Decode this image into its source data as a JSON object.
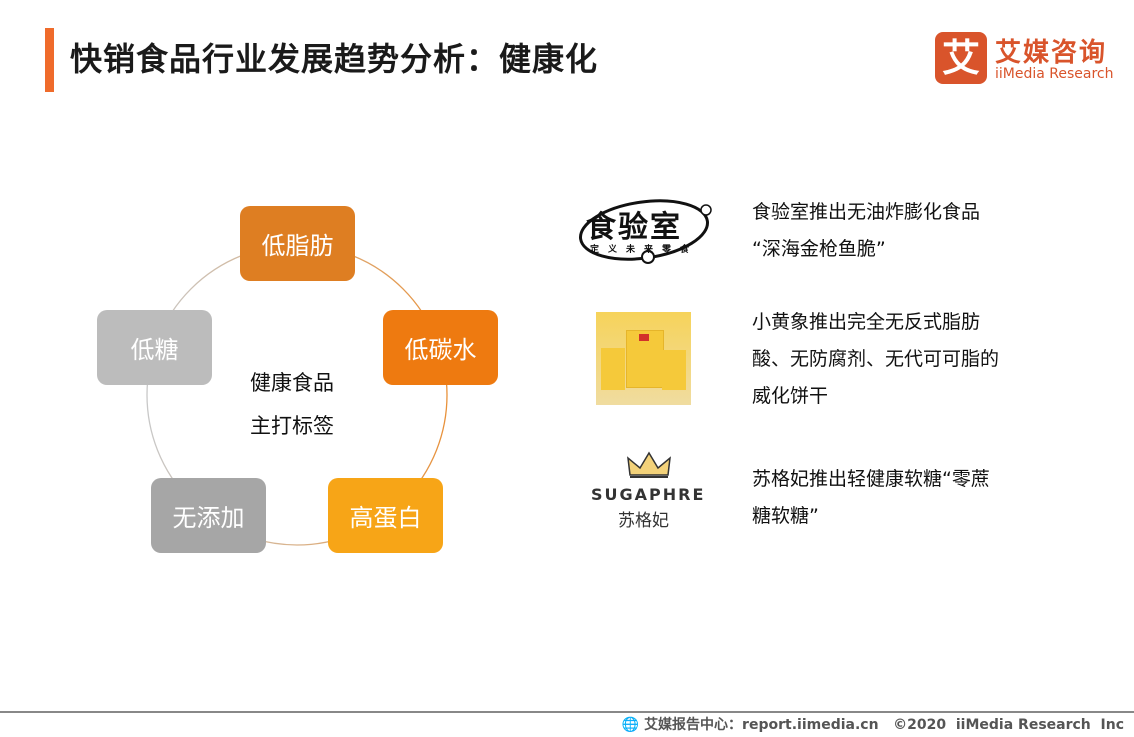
{
  "header": {
    "title": "快销食品行业发展趋势分析：健康化",
    "accent": "#ef6b2b"
  },
  "logo": {
    "mark": "艾",
    "name_cn": "艾媒咨询",
    "name_en": "iiMedia Research",
    "color": "#d9542b"
  },
  "diagram": {
    "center": [
      "健康食品",
      "主打标签"
    ],
    "tags": [
      {
        "label": "低脂肪",
        "color": "#de7e22"
      },
      {
        "label": "低碳水",
        "color": "#ee7a10"
      },
      {
        "label": "高蛋白",
        "color": "#f7a517"
      },
      {
        "label": "无添加",
        "color": "#a6a6a6"
      },
      {
        "label": "低糖",
        "color": "#bcbcbc"
      }
    ]
  },
  "examples": [
    {
      "brand": "食验室",
      "brand_sub": "定义未来零食",
      "lines": [
        "食验室推出无油炸膨化食品",
        "“深海金枪鱼脆”"
      ]
    },
    {
      "brand": "小黄象",
      "lines": [
        "小黄象推出完全无反式脂肪",
        "酸、无防腐剂、无代可可脂的",
        "威化饼干"
      ]
    },
    {
      "brand": "SUGAPHRE",
      "brand_sub": "苏格妃",
      "lines": [
        "苏格妃推出轻健康软糖“零蔗",
        "糖软糖”"
      ]
    }
  ],
  "footer": {
    "text": "艾媒报告中心：report.iimedia.cn   ©2020  iiMedia Research  Inc",
    "icon": "globe-cursor-icon"
  }
}
